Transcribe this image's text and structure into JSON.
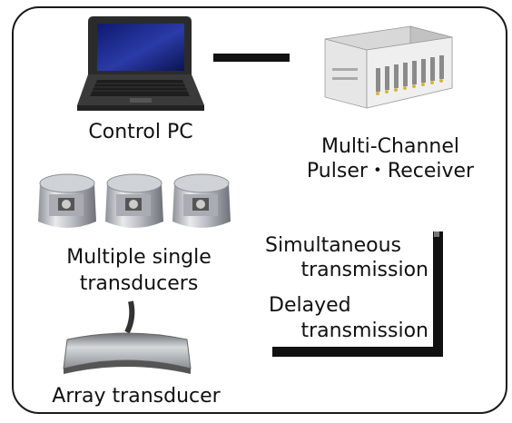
{
  "diagram": {
    "control_pc": {
      "label": "Control PC",
      "icon": "laptop-icon"
    },
    "pulser_receiver": {
      "label_line1": "Multi-Channel",
      "label_line2": "Pulser・Receiver",
      "icon": "pulser-receiver-unit-icon"
    },
    "multiple_transducers": {
      "label_line1": "Multiple single",
      "label_line2": "transducers",
      "count": 3,
      "icon": "single-transducer-icon"
    },
    "array_transducer": {
      "label": "Array transducer",
      "icon": "array-transducer-icon"
    },
    "modes": {
      "simultaneous_line1": "Simultaneous",
      "simultaneous_line2": "transmission",
      "delayed_line1": "Delayed",
      "delayed_line2": "transmission"
    },
    "colors": {
      "frame": "#1a1a1a",
      "connector": "#111111",
      "laptop_screen": "#1c2a8a",
      "metal": "#b8bcc2"
    }
  }
}
